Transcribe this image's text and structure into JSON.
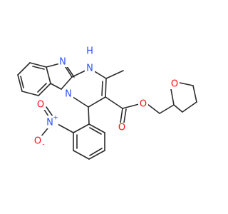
{
  "atoms": {
    "n_benz": "N",
    "nh": "N",
    "nh_h": "H",
    "n_bridge": "N",
    "nitro_n": "N",
    "nitro_n_charge": "+",
    "nitro_o_double": "O",
    "nitro_o_single": "O",
    "nitro_o_charge": "-",
    "ester_o_carbonyl": "O",
    "ester_o_ether": "O",
    "thf_o": "O"
  },
  "colors": {
    "bond": "#2b2b2b",
    "nitrogen": "#3050f8",
    "oxygen": "#ff0d0d"
  }
}
